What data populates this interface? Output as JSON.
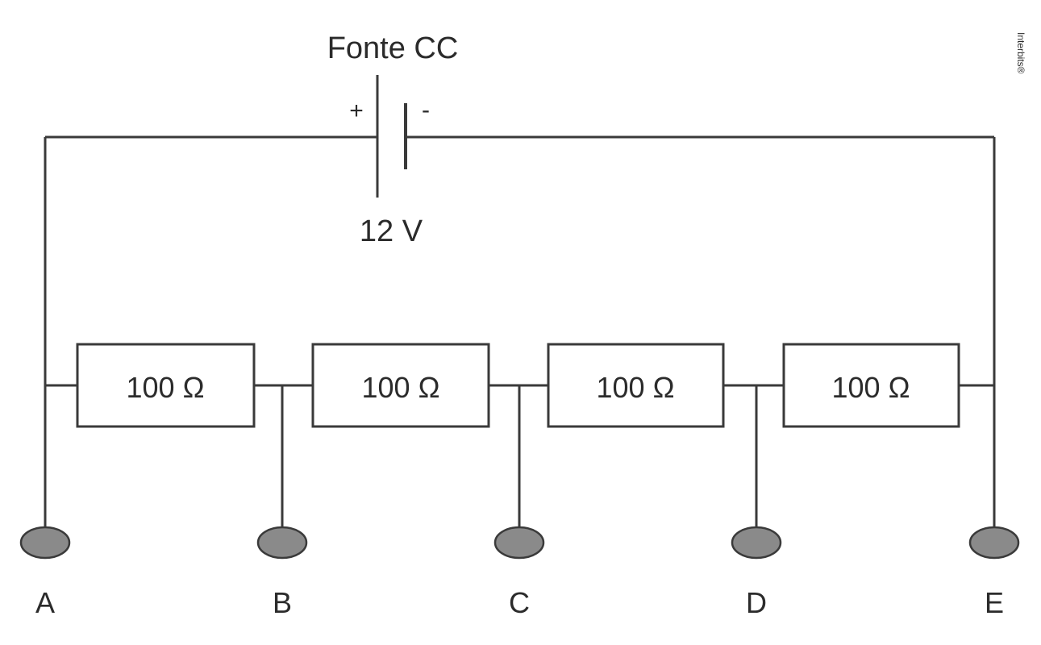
{
  "source": {
    "title": "Fonte CC",
    "voltage": "12 V",
    "positive": "+",
    "negative": "-"
  },
  "resistors": [
    {
      "label": "100 Ω"
    },
    {
      "label": "100 Ω"
    },
    {
      "label": "100 Ω"
    },
    {
      "label": "100 Ω"
    }
  ],
  "terminals": [
    {
      "label": "A"
    },
    {
      "label": "B"
    },
    {
      "label": "C"
    },
    {
      "label": "D"
    },
    {
      "label": "E"
    }
  ],
  "credit": "Interbits®"
}
